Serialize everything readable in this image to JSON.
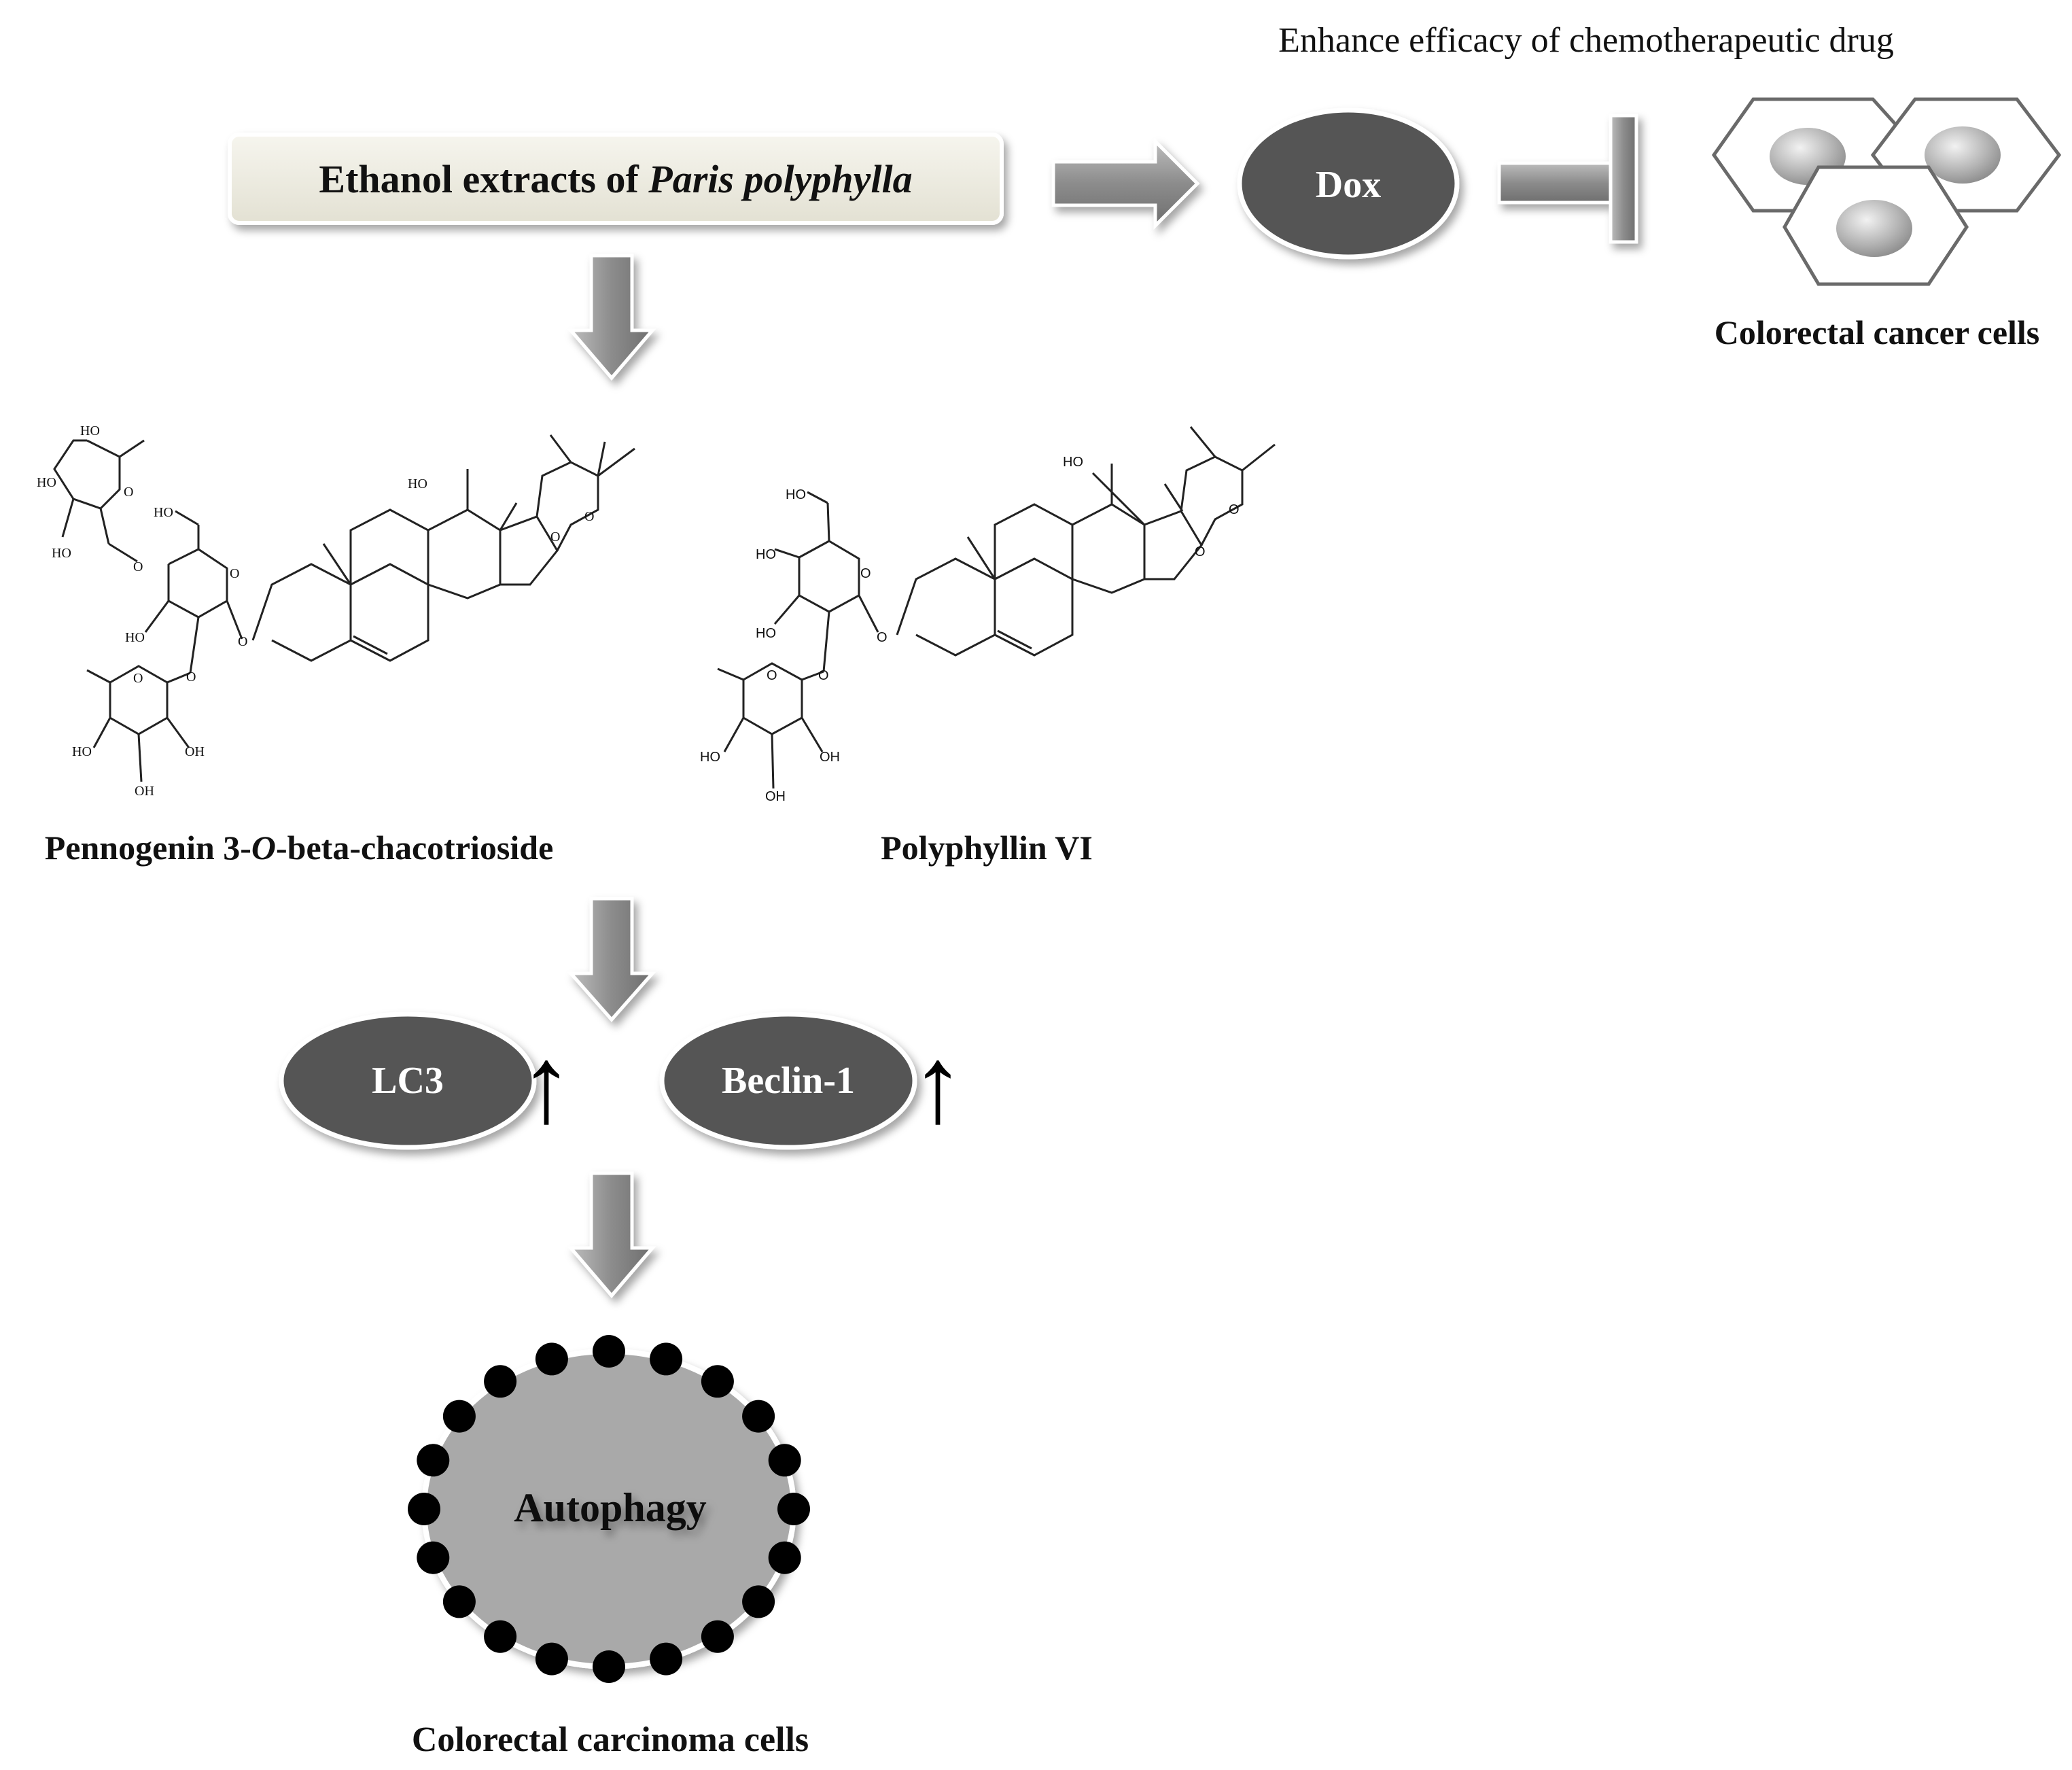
{
  "top_note": "Enhance efficacy of chemotherapeutic drug",
  "extract_box": {
    "label_prefix": "Ethanol extracts of ",
    "label_species": "Paris polyphylla"
  },
  "dox": {
    "label": "Dox"
  },
  "cancer_cells_label": "Colorectal cancer cells",
  "compounds": [
    {
      "name_before": "Pennogenin 3-",
      "name_italic": "O",
      "name_after": "-beta-chacotrioside",
      "atom_labels": [
        "HO",
        "HO",
        "HO",
        "HO",
        "HO",
        "O",
        "O",
        "O",
        "O",
        "O",
        "O",
        "HO",
        "HO",
        "OH",
        "OH",
        "O",
        "O"
      ]
    },
    {
      "name_before": "Polyphyllin VI",
      "name_italic": "",
      "name_after": "",
      "atom_labels": [
        "HO",
        "HO",
        "HO",
        "HO",
        "O",
        "O",
        "O",
        "O",
        "O",
        "O",
        "HO",
        "OH",
        "OH"
      ]
    }
  ],
  "markers": [
    {
      "label": "LC3",
      "change": "↑"
    },
    {
      "label": "Beclin-1",
      "change": "↑"
    }
  ],
  "outcome": {
    "label": "Autophagy"
  },
  "carcinoma_label": "Colorectal carcinoma cells",
  "colors": {
    "dark_ellipse": "#555555",
    "arrow_fill": "#8c8c8c",
    "autophagy_fill": "#a9a9a9",
    "box_fill": "#eeede4",
    "dot": "#000000"
  }
}
